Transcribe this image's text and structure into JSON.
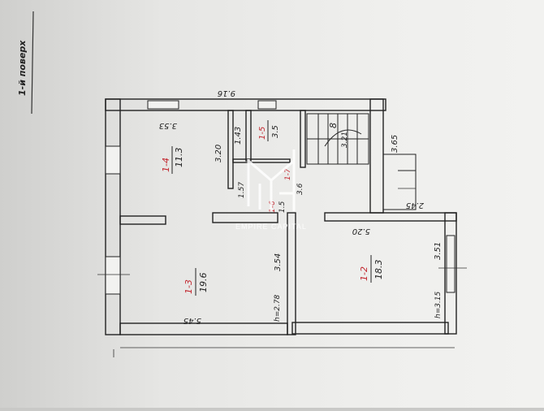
{
  "floor_label": "1-й поверх",
  "overall_dimension": "9.16",
  "dimensions": {
    "top_left_room": "3.53",
    "right_top": "3.65",
    "right_bottom": "2.45",
    "corridor_height": "3.20",
    "wc_height": "1.43",
    "passage_width": "1.57",
    "middle_vertical": "3.54",
    "middle_horizontal": "5.20",
    "bottom_left_width": "5.45",
    "right_room_height": "3.51",
    "stair_dim": "3.21"
  },
  "rooms": [
    {
      "id": "1-4",
      "area": "11.3"
    },
    {
      "id": "1-5",
      "area": "3.5"
    },
    {
      "id": "1-7",
      "area": "3.6"
    },
    {
      "id": "1-6",
      "area": "1.5"
    },
    {
      "id": "1-3",
      "area": "19.6"
    },
    {
      "id": "1-2",
      "area": "18.3"
    }
  ],
  "ceiling_heights": {
    "left": "h=2.78",
    "right": "h=3.15"
  },
  "stair_number": "8",
  "watermark": {
    "brand": "EMPIRE CAPITAL"
  },
  "colors": {
    "ink": "#222222",
    "room_number": "#c2262e",
    "watermark": "#ffffff"
  }
}
